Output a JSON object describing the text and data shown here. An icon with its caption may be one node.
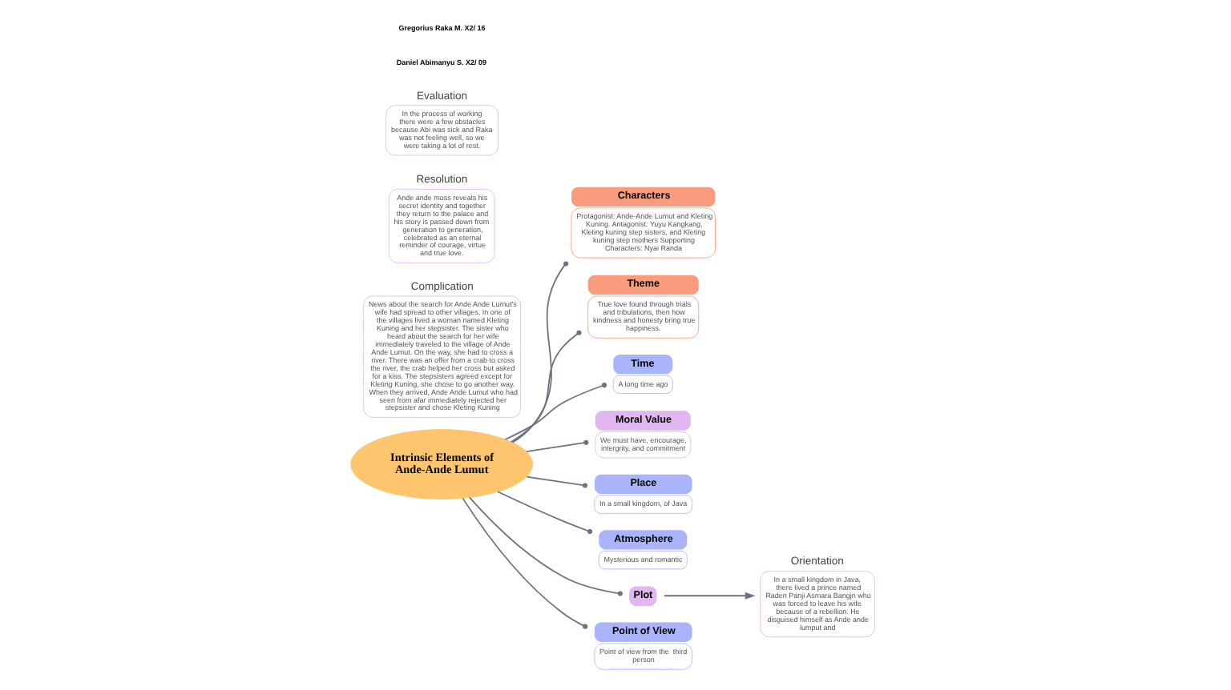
{
  "diagram": {
    "nodes": [
      {
        "text": [
          "Intrinsic Elements of Ande-Ande Lumut"
        ]
      },
      {
        "text": [
          "Characters",
          "Protagonist: Ande-Ande Lumut and Kleting Kuning. Antagonist: Yuyu Kangkang, Kleting kuning step sisters, and Kleting kuning step mothers Supporting Characters: Nyai Randa"
        ]
      },
      {
        "text": [
          "Theme",
          "True love found through trials and tribulations, then how kindness and honesty bring true happiness."
        ]
      },
      {
        "text": [
          "Time",
          "A long time ago"
        ]
      },
      {
        "text": [
          "Moral Value",
          "We must have, encourage, intergrity, and commitment"
        ]
      },
      {
        "text": [
          "Place",
          "In a small kingdom, of Java"
        ]
      },
      {
        "text": [
          "Atmosphere",
          "Mysterious and romantic"
        ]
      },
      {
        "text": [
          "Plot"
        ]
      },
      {
        "text": [
          "Orientation",
          "In a small kingdom in Java, there lived a prince named Raden Panji Asmara Bangjn who was forced to leave his wife because of a rebellion. He disguised himself as Ande ande lumput and"
        ]
      },
      {
        "text": [
          "Point of View",
          "Point of view from the  third person"
        ]
      },
      {
        "text": [
          "Complication",
          "News about the search for Ande Ande Lumut's wife had spread to other villages. In one of the villages lived a woman named Kleting Kuning and her stepsister. The sister who heard about the search for her wife immediately traveled to the village of Ande Ande Lumut. On the way, she had to cross a river. There was an offer from a crab to cross the river, the crab helped her cross but asked for a kiss. The stepsisters agreed except for Kleting Kuning, she chose to go another way. When they arrived, Ande Ande Lumut who had seen from afar immediately rejected her stepsister and chose Kleting Kuning"
        ]
      },
      {
        "text": [
          "Resolution",
          "Ande ande moss reveals his secret identity and together they return to the palace and his story is passed down from generation to generation, celebrated as an eternal reminder of courage, virtue and true love."
        ]
      },
      {
        "text": [
          "Evaluation",
          "In the process of working there were a few obstacles because Abi was sick and Raka was not feeling well, so we were taking a lot of rest."
        ]
      }
    ],
    "edges": [
      {
        "from": 0,
        "to": 4,
        "arrow": "other"
      },
      {
        "from": 0,
        "to": 7,
        "arrow": "other"
      },
      {
        "from": 0,
        "to": 1,
        "arrow": "other"
      },
      {
        "from": 0,
        "to": 2,
        "arrow": "other"
      },
      {
        "from": 0,
        "to": 3,
        "arrow": "other"
      },
      {
        "from": 0,
        "to": 5,
        "arrow": "other"
      },
      {
        "from": 0,
        "to": 6,
        "arrow": "other"
      },
      {
        "from": 0,
        "to": 9,
        "arrow": "other"
      },
      {
        "from": 7,
        "to": 8,
        "arrow": "to"
      }
    ],
    "labels": [
      "Daniel Abimanyu S. X2/ 09",
      "Gregorius Raka M. X2/ 16"
    ]
  }
}
